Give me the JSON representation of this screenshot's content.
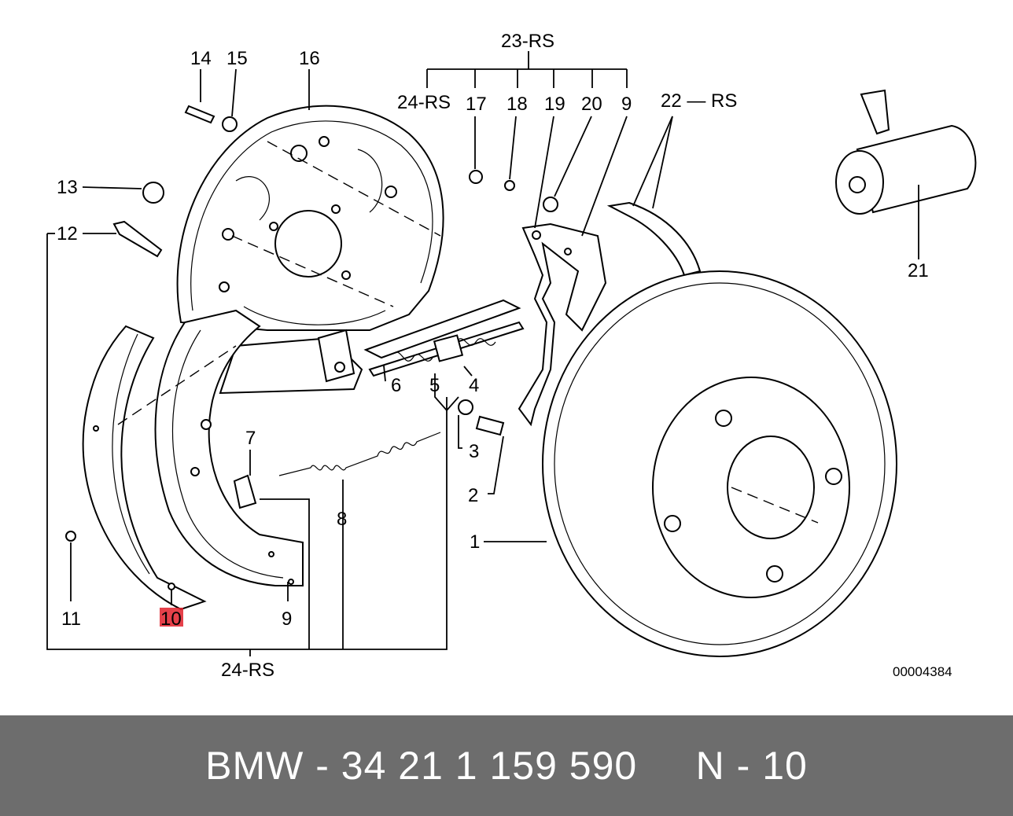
{
  "diagram": {
    "labels": {
      "p1": "1",
      "p2": "2",
      "p3": "3",
      "p4": "4",
      "p5": "5",
      "p6": "6",
      "p7": "7",
      "p8": "8",
      "p9a": "9",
      "p9b": "9",
      "p10": "10",
      "p11": "11",
      "p12": "12",
      "p13": "13",
      "p14": "14",
      "p15": "15",
      "p16": "16",
      "p17": "17",
      "p18": "18",
      "p19": "19",
      "p20": "20",
      "p21": "21",
      "p22": "22 — RS",
      "p23": "23-RS",
      "p24a": "24-RS",
      "p24b": "24-RS"
    },
    "highlight_color": "#e1202a",
    "image_code": "00004384"
  },
  "footer": {
    "text": "BMW - 34 21 1 159 590     N - 10",
    "background": "#6d6d6d",
    "color": "#ffffff"
  }
}
